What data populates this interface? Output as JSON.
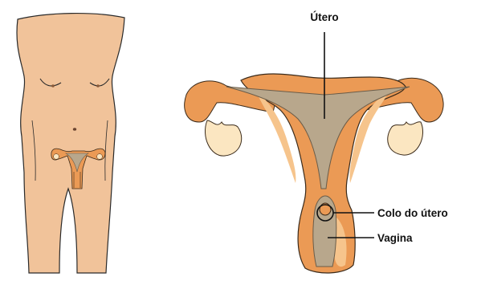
{
  "labels": {
    "uterus": "Útero",
    "cervix": "Colo do útero",
    "vagina": "Vagina"
  },
  "colors": {
    "skin": "#f1c39a",
    "skin_outline": "#2a2a2a",
    "organ_dark": "#eb9a55",
    "organ_light": "#f6c48c",
    "ovary": "#fbe6c1",
    "cavity": "#b8a78c",
    "cavity_outline": "#6a5c49",
    "label_text": "#111111"
  }
}
